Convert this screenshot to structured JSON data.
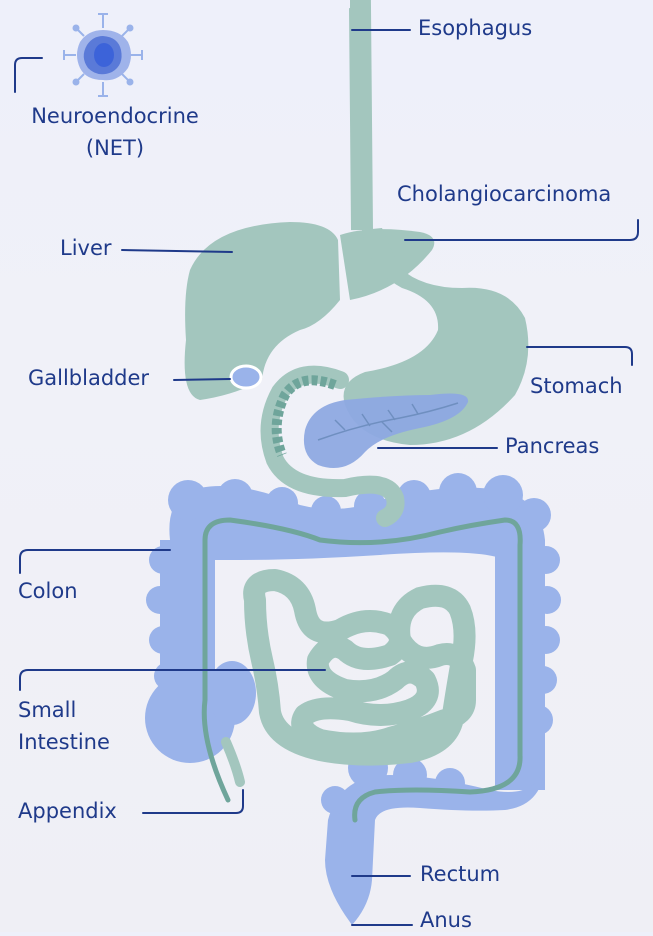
{
  "colors": {
    "organ_green": "#a3c6be",
    "organ_green_dark": "#6fa59b",
    "colon_blue": "#9ab3ea",
    "pancreas_blue": "#8ea9e2",
    "leader_line": "#1f3a8a",
    "label_text": "#1f3a8a"
  },
  "labels": {
    "esophagus": "Esophagus",
    "cholangiocarcinoma": "Cholangiocarcinoma",
    "neuroendocrine_line1": "Neuroendocrine",
    "neuroendocrine_line2": "(NET)",
    "liver": "Liver",
    "gallbladder": "Gallbladder",
    "stomach": "Stomach",
    "pancreas": "Pancreas",
    "colon": "Colon",
    "small_intestine_line1": "Small",
    "small_intestine_line2": "Intestine",
    "appendix": "Appendix",
    "rectum": "Rectum",
    "anus": "Anus"
  },
  "icons": {
    "net_cell": "neuroendocrine-cell-icon"
  }
}
